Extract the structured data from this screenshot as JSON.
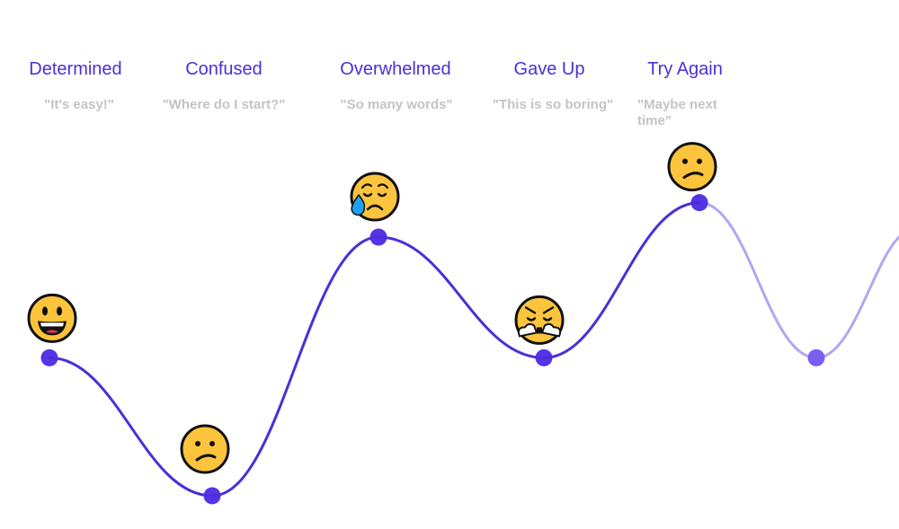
{
  "colors": {
    "line": "#4b2fd8",
    "line_faded": "#b3a6f0",
    "point": "#5533e6",
    "point_faded": "#7a5ef0",
    "label": "#4b2fd8",
    "quote": "#c4c4c4",
    "emoji_face": "#fcc43d",
    "emoji_outline": "#111111"
  },
  "stages": [
    {
      "label": "Determined",
      "quote": "\"It's easy!\"",
      "emotion": "grinning-face-icon"
    },
    {
      "label": "Confused",
      "quote": "\"Where do I start?\"",
      "emotion": "confused-face-icon"
    },
    {
      "label": "Overwhelmed",
      "quote": "\"So many words\"",
      "emotion": "sad-sweat-face-icon"
    },
    {
      "label": "Gave Up",
      "quote": "\"This is so boring\"",
      "emotion": "huffing-face-icon"
    },
    {
      "label": "Try Again",
      "quote": "\"Maybe next time\"",
      "emotion": "confused-face-icon"
    }
  ],
  "chart_data": {
    "type": "line",
    "title": "",
    "xlabel": "",
    "ylabel": "",
    "categories": [
      "Determined",
      "Confused",
      "Overwhelmed",
      "Gave Up",
      "Try Again",
      ""
    ],
    "series": [
      {
        "values": [
          40,
          0,
          75,
          40,
          85,
          40
        ]
      }
    ],
    "ylim": [
      0,
      100
    ],
    "grid": false,
    "legend": "none"
  }
}
